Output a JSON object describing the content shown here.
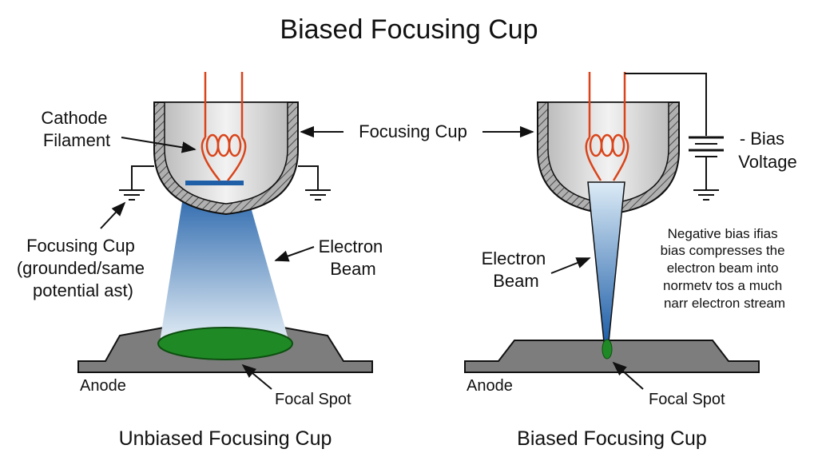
{
  "title": "Biased Focusing Cup",
  "colors": {
    "cup_metal": "#d4d4d4",
    "hatch_wall": "#8a8a8a",
    "filament": "#d9441a",
    "beam_top": "#1f5fa8",
    "beam_bottom": "#dfeaf3",
    "focal_spot": "#1f8a25",
    "anode": "#7d7d7d",
    "lines": "#111111"
  },
  "left": {
    "caption": "Unbiased Focusing Cup",
    "cathode_label": [
      "Cathode",
      "Filament"
    ],
    "focusing_cup_label": "Focusing Cup",
    "ground_label": [
      "Focusing Cup",
      "(grounded/same",
      "potential ast)"
    ],
    "beam_label": [
      "Electron",
      "Beam"
    ],
    "anode_label": "Anode",
    "focal_label": "Focal Spot"
  },
  "right": {
    "caption": "Biased Focusing Cup",
    "bias_label": [
      "- Bias",
      "Voltage"
    ],
    "note": [
      "Negative bias ifias",
      "bias compresses the",
      "electron beam into",
      "normetv tos a much",
      "narr electron stream"
    ],
    "beam_label": [
      "Electron",
      "Beam"
    ],
    "anode_label": "Anode",
    "focal_label": "Focal Spot"
  }
}
